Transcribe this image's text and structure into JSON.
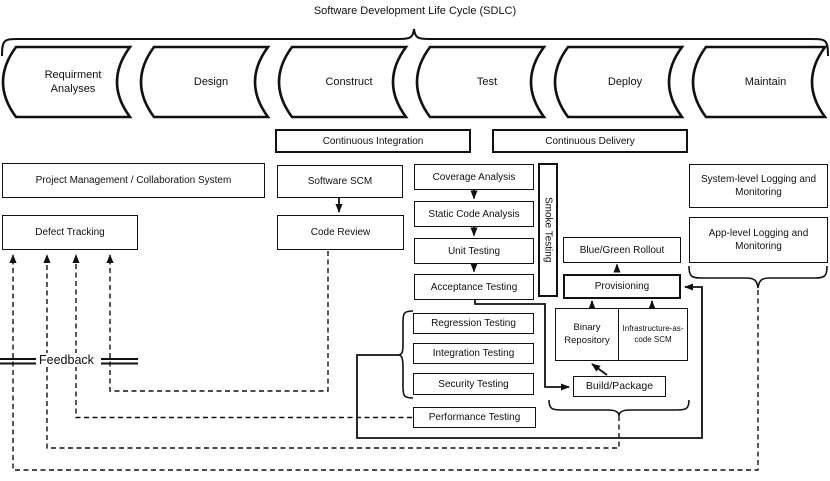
{
  "title": "Software Development Life Cycle (SDLC)",
  "phases": [
    "Requirment Analyses",
    "Design",
    "Construct",
    "Test",
    "Deploy",
    "Maintain"
  ],
  "bands": {
    "ci": "Continuous Integration",
    "cd": "Continuous Delivery"
  },
  "boxes": {
    "pm": "Project Management / Collaboration System",
    "defect": "Defect Tracking",
    "scm": "Software SCM",
    "code_review": "Code Review",
    "coverage": "Coverage Analysis",
    "static_analysis": "Static Code Analysis",
    "unit": "Unit Testing",
    "acceptance": "Acceptance Testing",
    "smoke": "Smoke Testing",
    "blue_green": "Blue/Green Rollout",
    "provisioning": "Provisioning",
    "binary": "Binary Repository",
    "iac": "Infrastructure-as-code SCM",
    "build": "Build/Package",
    "regression": "Regression Testing",
    "integration": "Integration Testing",
    "security": "Security Testing",
    "performance": "Performance Testing",
    "sys_log": "System-level Logging and Monitoring",
    "app_log": "App-level Logging and Monitoring"
  },
  "feedback": {
    "label": "Feedback"
  },
  "colors": {
    "line": "#111111",
    "background": "#ffffff"
  }
}
